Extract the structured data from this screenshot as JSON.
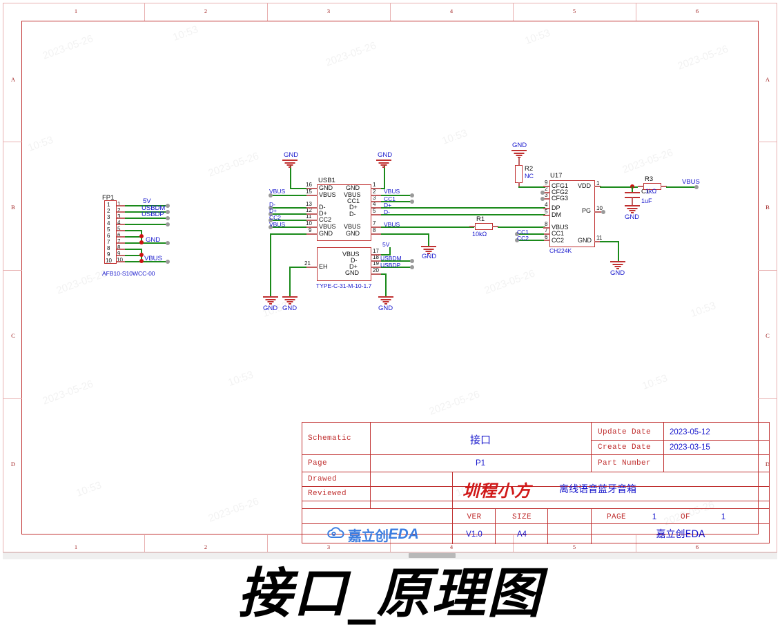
{
  "sheet": {
    "ruler_numbers": [
      "1",
      "2",
      "3",
      "4",
      "5",
      "6"
    ],
    "ruler_letters": [
      "A",
      "B",
      "C",
      "D"
    ],
    "watermark_date": "2023-05-26",
    "watermark_time": "10:53"
  },
  "caption": "接口_原理图",
  "components": {
    "fp1": {
      "designator": "FP1",
      "part": "AFB10-S10WCC-00",
      "pins": [
        "1",
        "2",
        "3",
        "4",
        "5",
        "6",
        "7",
        "8",
        "9",
        "10"
      ],
      "nets": [
        "5V",
        "USBDM",
        "USBDP",
        "GND",
        "VBUS"
      ]
    },
    "usb1": {
      "designator": "USB1",
      "part": "TYPE-C-31-M-10-1.7",
      "left_pins": [
        {
          "num": "16",
          "name": "GND"
        },
        {
          "num": "15",
          "name": "VBUS"
        },
        {
          "num": "13",
          "name": "D-"
        },
        {
          "num": "12",
          "name": "D+"
        },
        {
          "num": "11",
          "name": "CC2"
        },
        {
          "num": "10",
          "name": "VBUS"
        },
        {
          "num": "9",
          "name": "GND"
        }
      ],
      "right_pins": [
        {
          "num": "1",
          "name": "GND"
        },
        {
          "num": "2",
          "name": "VBUS"
        },
        {
          "num": "3",
          "name": "CC1"
        },
        {
          "num": "4",
          "name": "D+"
        },
        {
          "num": "5",
          "name": "D-"
        },
        {
          "num": "7",
          "name": "VBUS"
        },
        {
          "num": "8",
          "name": "GND"
        }
      ],
      "left_nets": [
        "VBUS",
        "D-",
        "D+",
        "CC2",
        "VBUS"
      ],
      "right_nets": [
        "VBUS",
        "CC1",
        "D+",
        "D-",
        "VBUS"
      ],
      "shield_pins": [
        {
          "num": "17",
          "name": "VBUS"
        },
        {
          "num": "18",
          "name": "D-"
        },
        {
          "num": "19",
          "name": "D+"
        },
        {
          "num": "20",
          "name": "GND"
        },
        {
          "num": "21",
          "name": "EH"
        }
      ],
      "shield_nets": [
        "5V",
        "USBDM",
        "USBDP"
      ]
    },
    "u17": {
      "designator": "U17",
      "part": "CH224K",
      "left_pins": [
        {
          "num": "9",
          "name": "CFG1"
        },
        {
          "num": "2",
          "name": "CFG2"
        },
        {
          "num": "3",
          "name": "CFG3"
        },
        {
          "num": "4",
          "name": "DP"
        },
        {
          "num": "5",
          "name": "DM"
        },
        {
          "num": "8",
          "name": "VBUS"
        },
        {
          "num": "7",
          "name": "CC1"
        },
        {
          "num": "6",
          "name": "CC2"
        }
      ],
      "right_pins": [
        {
          "num": "1",
          "name": "VDD"
        },
        {
          "num": "10",
          "name": "PG"
        },
        {
          "num": "11",
          "name": "GND"
        }
      ],
      "nets": [
        "CC1",
        "CC2"
      ]
    },
    "r1": {
      "designator": "R1",
      "value": "10kΩ"
    },
    "r2": {
      "designator": "R2",
      "value": "NC"
    },
    "r3": {
      "designator": "R3",
      "value": "1kΩ"
    },
    "c1": {
      "designator": "C1",
      "value": "1uF"
    },
    "net_vbus_out": "VBUS",
    "gnd_label": "GND"
  },
  "title_block": {
    "row_schematic_label": "Schematic",
    "row_schematic_value": "接口",
    "row_page_label": "Page",
    "row_page_value": "P1",
    "row_drawed_label": "Drawed",
    "row_drawed_value": "",
    "row_reviewed_label": "Reviewed",
    "row_reviewed_value": "",
    "update_date_label": "Update Date",
    "update_date_value": "2023-05-12",
    "create_date_label": "Create Date",
    "create_date_value": "2023-03-15",
    "part_number_label": "Part Number",
    "part_number_value": "",
    "stamp": "圳程小方",
    "project": "离线语音蓝牙音箱",
    "ver_label": "VER",
    "ver_value": "V1.0",
    "size_label": "SIZE",
    "size_value": "A4",
    "page_label": "PAGE",
    "page_value": "1",
    "of_label": "OF",
    "of_value": "1",
    "brand_logo_cn": "嘉立创",
    "brand_logo_eda": "EDA",
    "brand_text": "嘉立创EDA"
  }
}
